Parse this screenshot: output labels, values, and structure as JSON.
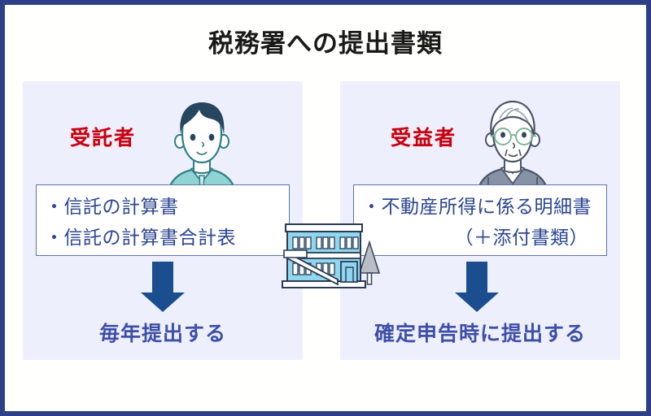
{
  "page": {
    "title": "税務署への提出書類",
    "border_color": "#2e3f87",
    "background": "#fffffd"
  },
  "colors": {
    "panel_bg": "#eeeffc",
    "role_red": "#c8000f",
    "doc_text_blue": "#2b4590",
    "arrow_navy": "#1a4e8f",
    "footer_blue": "#3d4fa8",
    "box_border": "#5d72b5"
  },
  "panels": [
    {
      "id": "trustee",
      "role_label": "受託者",
      "person_icon": "young-man-avatar-icon",
      "documents": [
        "・信託の計算書",
        "・信託の計算書合計表"
      ],
      "arrow_icon": "down-arrow-icon",
      "footer_note": "毎年提出する"
    },
    {
      "id": "beneficiary",
      "role_label": "受益者",
      "person_icon": "elderly-man-avatar-icon",
      "documents": [
        "・不動産所得に係る明細書",
        "（＋添付書類）"
      ],
      "arrow_icon": "down-arrow-icon",
      "footer_note": "確定申告時に提出する"
    }
  ],
  "center": {
    "building_icon": "tax-office-building-icon"
  }
}
